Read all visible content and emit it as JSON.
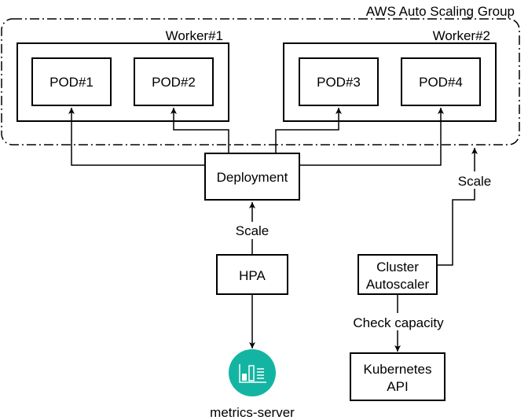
{
  "group": {
    "label": "AWS Auto Scaling Group"
  },
  "workers": [
    {
      "label": "Worker#1",
      "pods": [
        "POD#1",
        "POD#2"
      ]
    },
    {
      "label": "Worker#2",
      "pods": [
        "POD#3",
        "POD#4"
      ]
    }
  ],
  "deployment": {
    "label": "Deployment"
  },
  "hpa": {
    "label": "HPA"
  },
  "hpa_edge": {
    "label": "Scale"
  },
  "cluster_autoscaler": {
    "line1": "Cluster",
    "line2": "Autoscaler"
  },
  "ca_edge": {
    "label": "Scale"
  },
  "check_edge": {
    "label": "Check capacity"
  },
  "kubernetes_api": {
    "line1": "Kubernetes",
    "line2": "API"
  },
  "metrics_server": {
    "label": "metrics-server",
    "icon": "metrics-server-icon",
    "color": "#13b5a2"
  }
}
